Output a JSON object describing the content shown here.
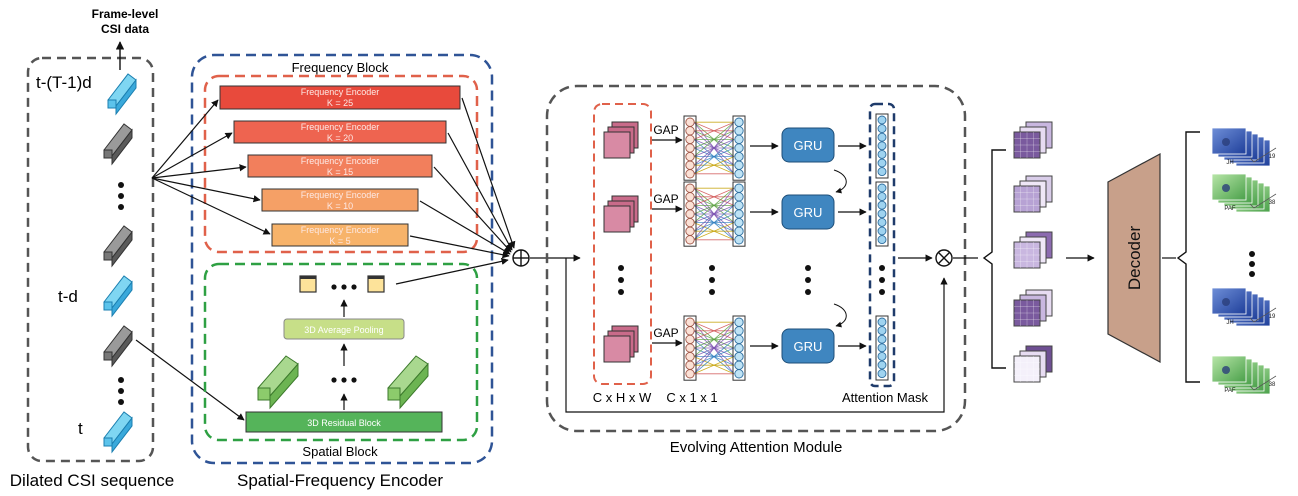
{
  "top_label": [
    "Frame-level",
    "CSI data"
  ],
  "time_labels": [
    "t-(T-1)d",
    "t-d",
    "t"
  ],
  "frequency_block": {
    "title": "Frequency Block",
    "encoders": [
      {
        "name": "Frequency Encoder",
        "k": "K = 25",
        "color": "#e84a3c"
      },
      {
        "name": "Frequency Encoder",
        "k": "K = 20",
        "color": "#ee6450"
      },
      {
        "name": "Frequency Encoder",
        "k": "K = 15",
        "color": "#f27f5c"
      },
      {
        "name": "Frequency Encoder",
        "k": "K = 10",
        "color": "#f5a066"
      },
      {
        "name": "Frequency Encoder",
        "k": "K = 5",
        "color": "#f7b36a"
      }
    ]
  },
  "spatial_block": {
    "title": "Spatial Block",
    "pooling": "3D Average Pooling",
    "residual": "3D Residual Block"
  },
  "attention_module": {
    "title": "Evolving Attention Module",
    "gap": "GAP",
    "gru": "GRU",
    "dims_input": "C x H x W",
    "dims_vector": "C x 1 x 1",
    "mask": "Attention Mask"
  },
  "decoder": "Decoder",
  "output_labels": [
    "JH",
    "PAF",
    "JH",
    "PAF"
  ],
  "output_numbers": [
    "19",
    "38",
    "19",
    "38"
  ],
  "bottom_labels": {
    "sequence": "Dilated CSI sequence",
    "encoder": "Spatial-Frequency Encoder"
  },
  "colors": {
    "blue_frame": "#2f5496",
    "red_frame": "#e0614a",
    "green_frame": "#2ea043",
    "gray_frame": "#555555",
    "gru": "#3f86c0",
    "decoder": "#c8a08a",
    "cube_pink": "#c96b8a"
  }
}
